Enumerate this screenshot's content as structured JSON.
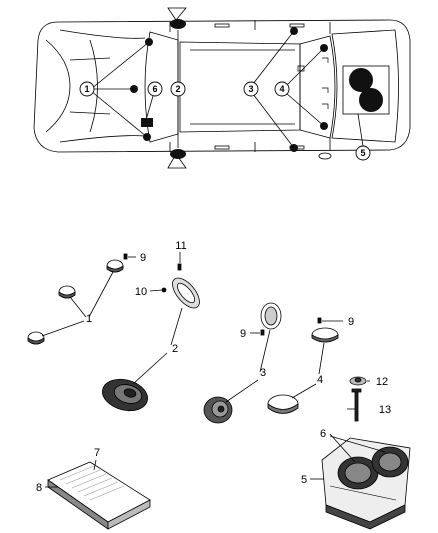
{
  "car_callouts": [
    {
      "id": "car-callout-1",
      "label": "1"
    },
    {
      "id": "car-callout-2",
      "label": "2"
    },
    {
      "id": "car-callout-3",
      "label": "3"
    },
    {
      "id": "car-callout-4",
      "label": "4"
    },
    {
      "id": "car-callout-5",
      "label": "5"
    },
    {
      "id": "car-callout-6",
      "label": "6"
    }
  ],
  "part_labels": [
    {
      "id": "part-label-1",
      "label": "1"
    },
    {
      "id": "part-label-2",
      "label": "2"
    },
    {
      "id": "part-label-3",
      "label": "3"
    },
    {
      "id": "part-label-4",
      "label": "4"
    },
    {
      "id": "part-label-5",
      "label": "5"
    },
    {
      "id": "part-label-6",
      "label": "6"
    },
    {
      "id": "part-label-7",
      "label": "7"
    },
    {
      "id": "part-label-8",
      "label": "8"
    },
    {
      "id": "part-label-9a",
      "label": "9"
    },
    {
      "id": "part-label-9b",
      "label": "9"
    },
    {
      "id": "part-label-9c",
      "label": "9"
    },
    {
      "id": "part-label-10",
      "label": "10"
    },
    {
      "id": "part-label-11",
      "label": "11"
    },
    {
      "id": "part-label-12",
      "label": "12"
    },
    {
      "id": "part-label-13",
      "label": "13"
    }
  ]
}
